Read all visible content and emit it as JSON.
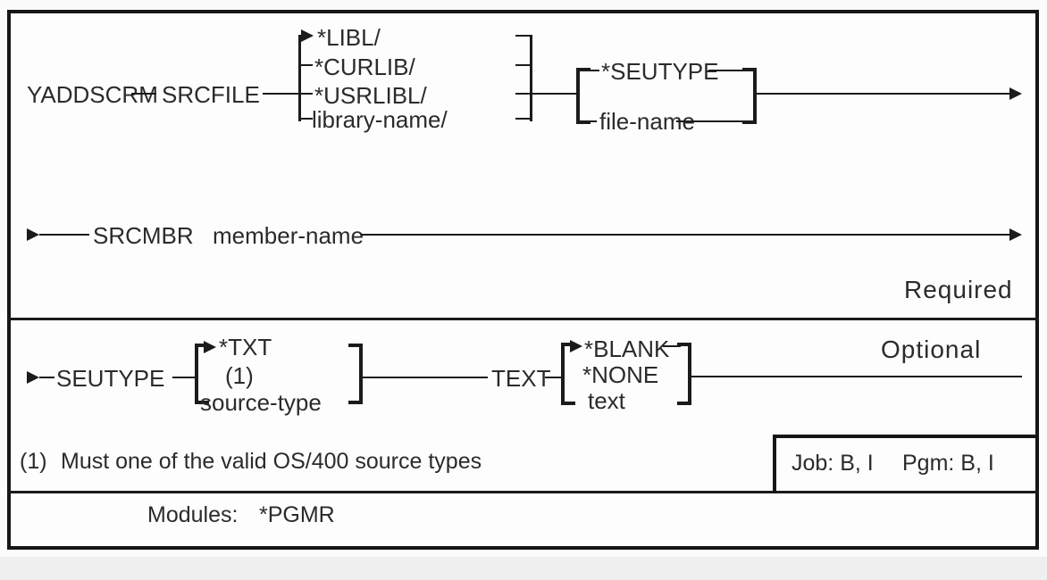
{
  "command": "YADDSCRM",
  "sections": {
    "required_label": "Required",
    "optional_label": "Optional"
  },
  "srcfile": {
    "keyword": "SRCFILE",
    "library_choices": [
      "*LIBL/",
      "*CURLIB/",
      "*USRLIBL/",
      "library-name/"
    ],
    "file_choices": [
      "*SEUTYPE",
      "file-name"
    ]
  },
  "srcmbr": {
    "keyword": "SRCMBR",
    "value": "member-name"
  },
  "seutype": {
    "keyword": "SEUTYPE",
    "choices": [
      "*TXT",
      "(1)",
      "source-type"
    ]
  },
  "text_param": {
    "keyword": "TEXT",
    "choices": [
      "*BLANK",
      "*NONE",
      "text"
    ]
  },
  "footnote": {
    "marker": "(1)",
    "text": "Must one of the valid OS/400 source types"
  },
  "environment": {
    "job": "Job: B, I",
    "pgm": "Pgm: B, I"
  },
  "modules": {
    "label": "Modules:",
    "value": "*PGMR"
  },
  "colors": {
    "line": "#1b1b1b",
    "text": "#2b2b2b",
    "background": "#fdfdfd"
  }
}
